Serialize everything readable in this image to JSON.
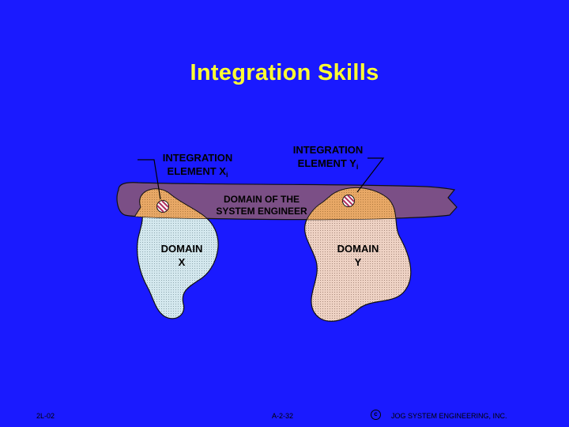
{
  "title": "Integration Skills",
  "labels": {
    "element_x": {
      "line1": "INTEGRATION",
      "line2": "ELEMENT X",
      "subscript": "i"
    },
    "element_y": {
      "line1": "INTEGRATION",
      "line2": "ELEMENT Y",
      "subscript": "i"
    },
    "system_engineer": {
      "line1": "DOMAIN OF THE",
      "line2": "SYSTEM ENGINEER"
    },
    "domain_x": {
      "line1": "DOMAIN",
      "line2": "X"
    },
    "domain_y": {
      "line1": "DOMAIN",
      "line2": "Y"
    }
  },
  "footer": {
    "left": "2L-02",
    "center": "A-2-32",
    "copyright_symbol": "c",
    "right": "JOG SYSTEM ENGINEERING, INC."
  },
  "colors": {
    "background": "#1a1aff",
    "title": "#ffff33",
    "band": "#7b4f86",
    "overlap": "#e0a060",
    "domain_x": "#c8e0e8",
    "domain_y": "#e8c8b8"
  }
}
